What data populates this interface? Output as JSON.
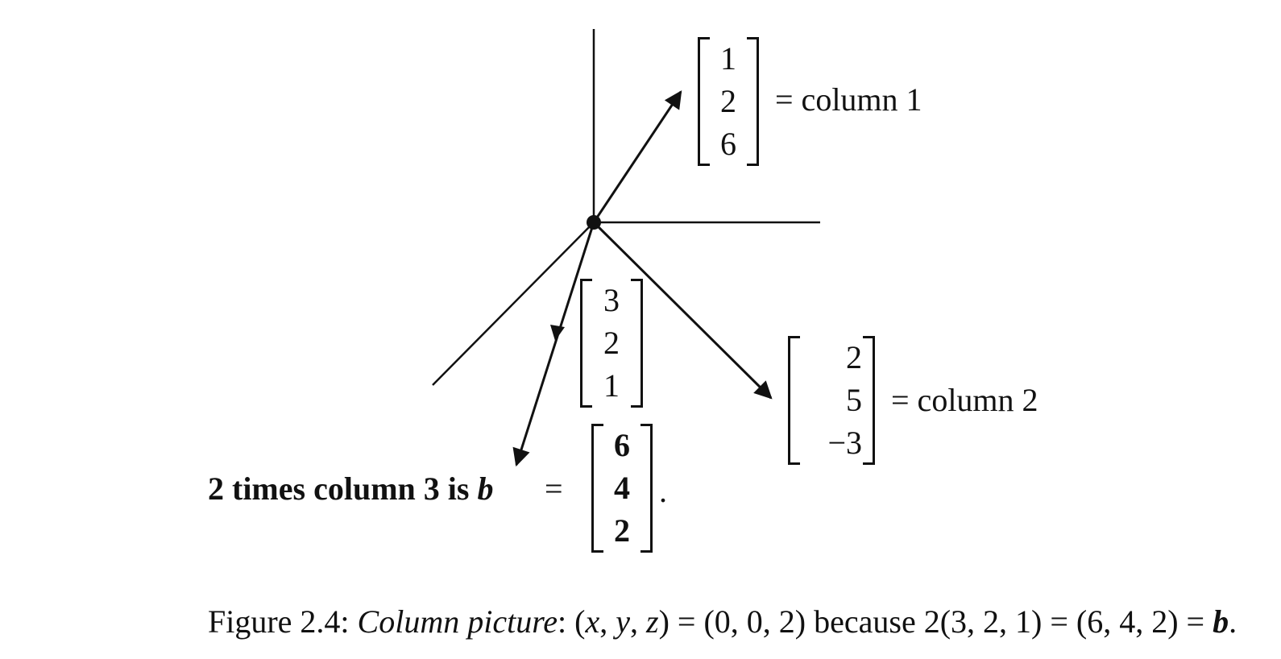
{
  "vectors": {
    "column1": {
      "entries": [
        "1",
        "2",
        "6"
      ],
      "label": "= column 1"
    },
    "column2": {
      "entries": [
        "2",
        "5",
        "−3"
      ],
      "label": "= column 2"
    },
    "column3": {
      "entries": [
        "3",
        "2",
        "1"
      ]
    },
    "b": {
      "prefix": "2 times column 3 is ",
      "symbol": "b",
      "equals": "=",
      "entries": [
        "6",
        "4",
        "2"
      ],
      "suffix": "."
    }
  },
  "caption": {
    "figure": "Figure 2.4: ",
    "title": "Column picture",
    "colon": ": (",
    "x": "x",
    "sep1": ", ",
    "y": "y",
    "sep2": ", ",
    "z": "z",
    "rest": ") = (0, 0, 2) because 2(3, 2, 1) = (6, 4, 2) = ",
    "b": "b",
    "end": "."
  }
}
